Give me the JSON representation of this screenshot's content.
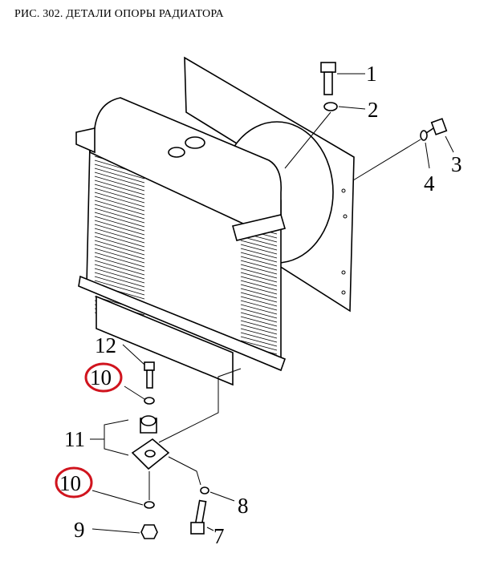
{
  "title": "РИС. 302. ДЕТАЛИ ОПОРЫ РАДИАТОРА",
  "callouts": [
    {
      "id": "1",
      "text": "1"
    },
    {
      "id": "2",
      "text": "2"
    },
    {
      "id": "3",
      "text": "3"
    },
    {
      "id": "4",
      "text": "4"
    },
    {
      "id": "12",
      "text": "12"
    },
    {
      "id": "10a",
      "text": "10",
      "highlighted": true
    },
    {
      "id": "11",
      "text": "11"
    },
    {
      "id": "10b",
      "text": "10",
      "highlighted": true
    },
    {
      "id": "8",
      "text": "8"
    },
    {
      "id": "9",
      "text": "9"
    },
    {
      "id": "7",
      "text": "7"
    }
  ],
  "colors": {
    "highlight": "#d0141e",
    "line": "#000000"
  }
}
